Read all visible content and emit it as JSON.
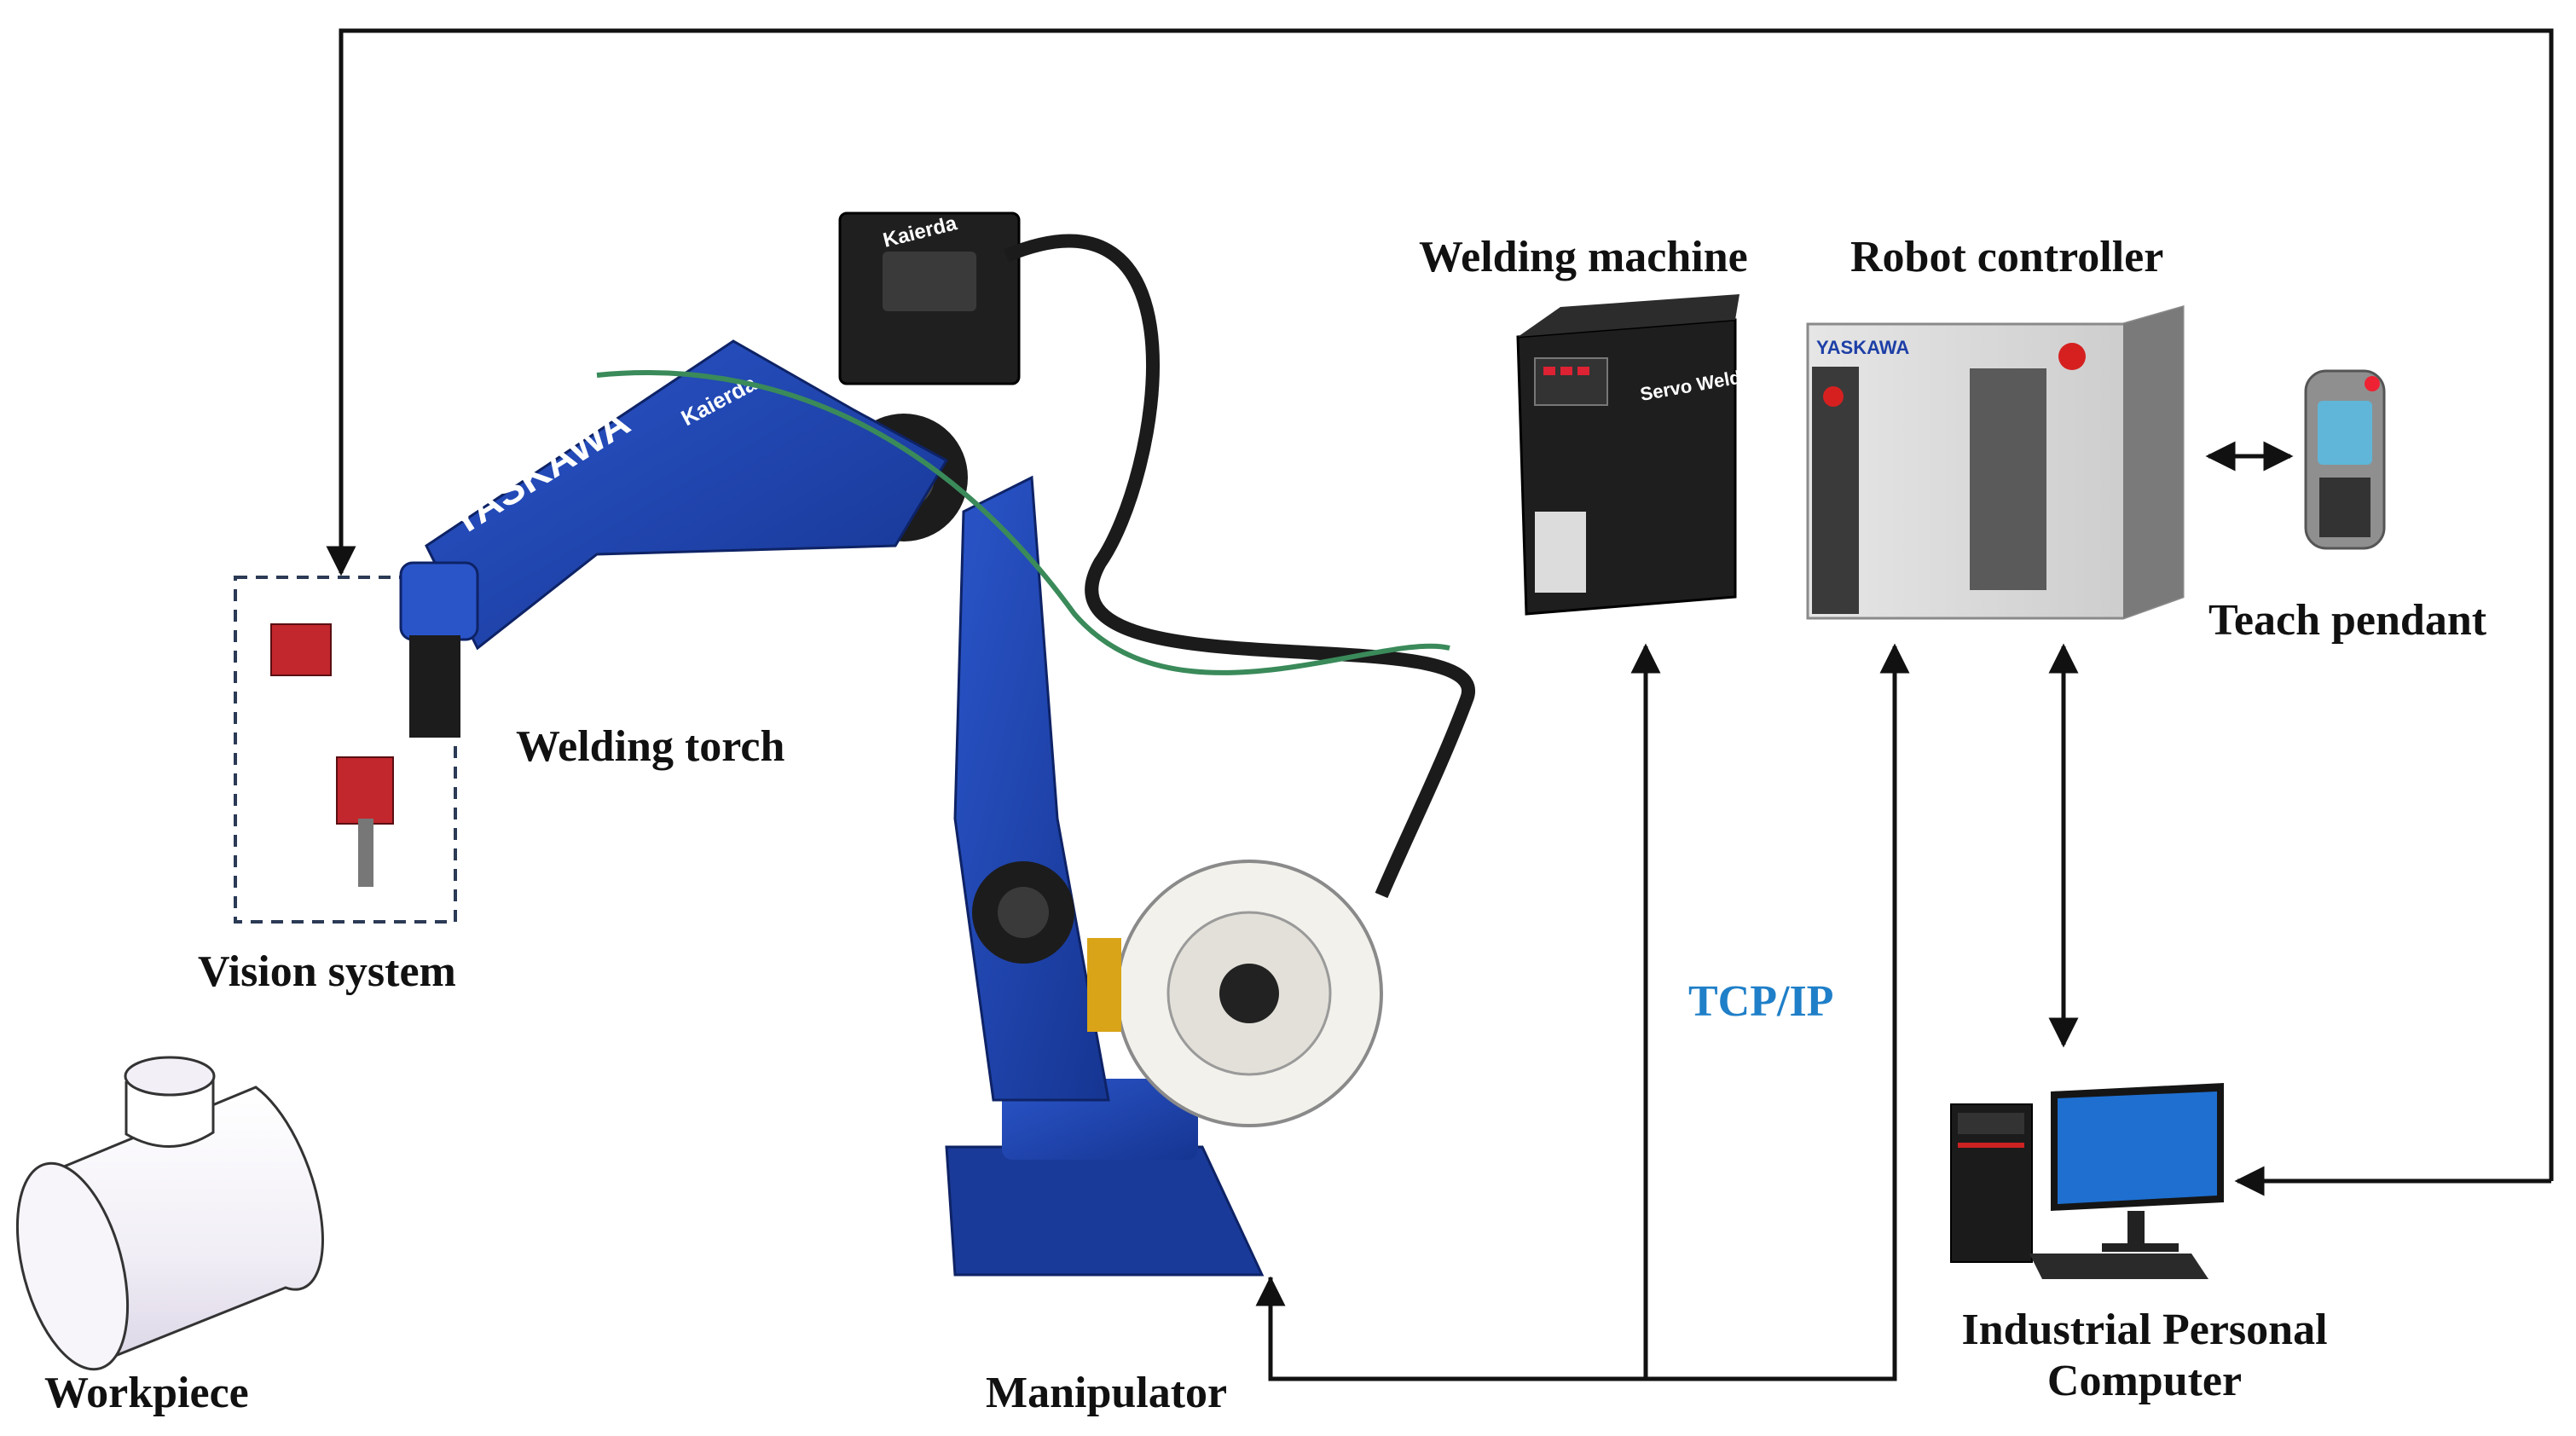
{
  "labels": {
    "welding_machine": "Welding machine",
    "robot_controller": "Robot controller",
    "teach_pendant": "Teach pendant",
    "welding_torch": "Welding torch",
    "vision_system": "Vision system",
    "workpiece": "Workpiece",
    "manipulator": "Manipulator",
    "ipc_line1": "Industrial Personal",
    "ipc_line2": "Computer",
    "tcp_ip": "TCP/IP"
  },
  "brand_text": {
    "robot_arm_brand": "YASKAWA",
    "controller_brand": "YASKAWA",
    "feeder_brand": "Kaierda",
    "arm_sticker": "Kaierda",
    "welder_label": "Servo Welding"
  },
  "colors": {
    "robot_blue": "#1d3fa6",
    "connection_line": "#111111",
    "protocol_label": "#1f7fc8",
    "vision_box_border": "#2b3a55"
  }
}
